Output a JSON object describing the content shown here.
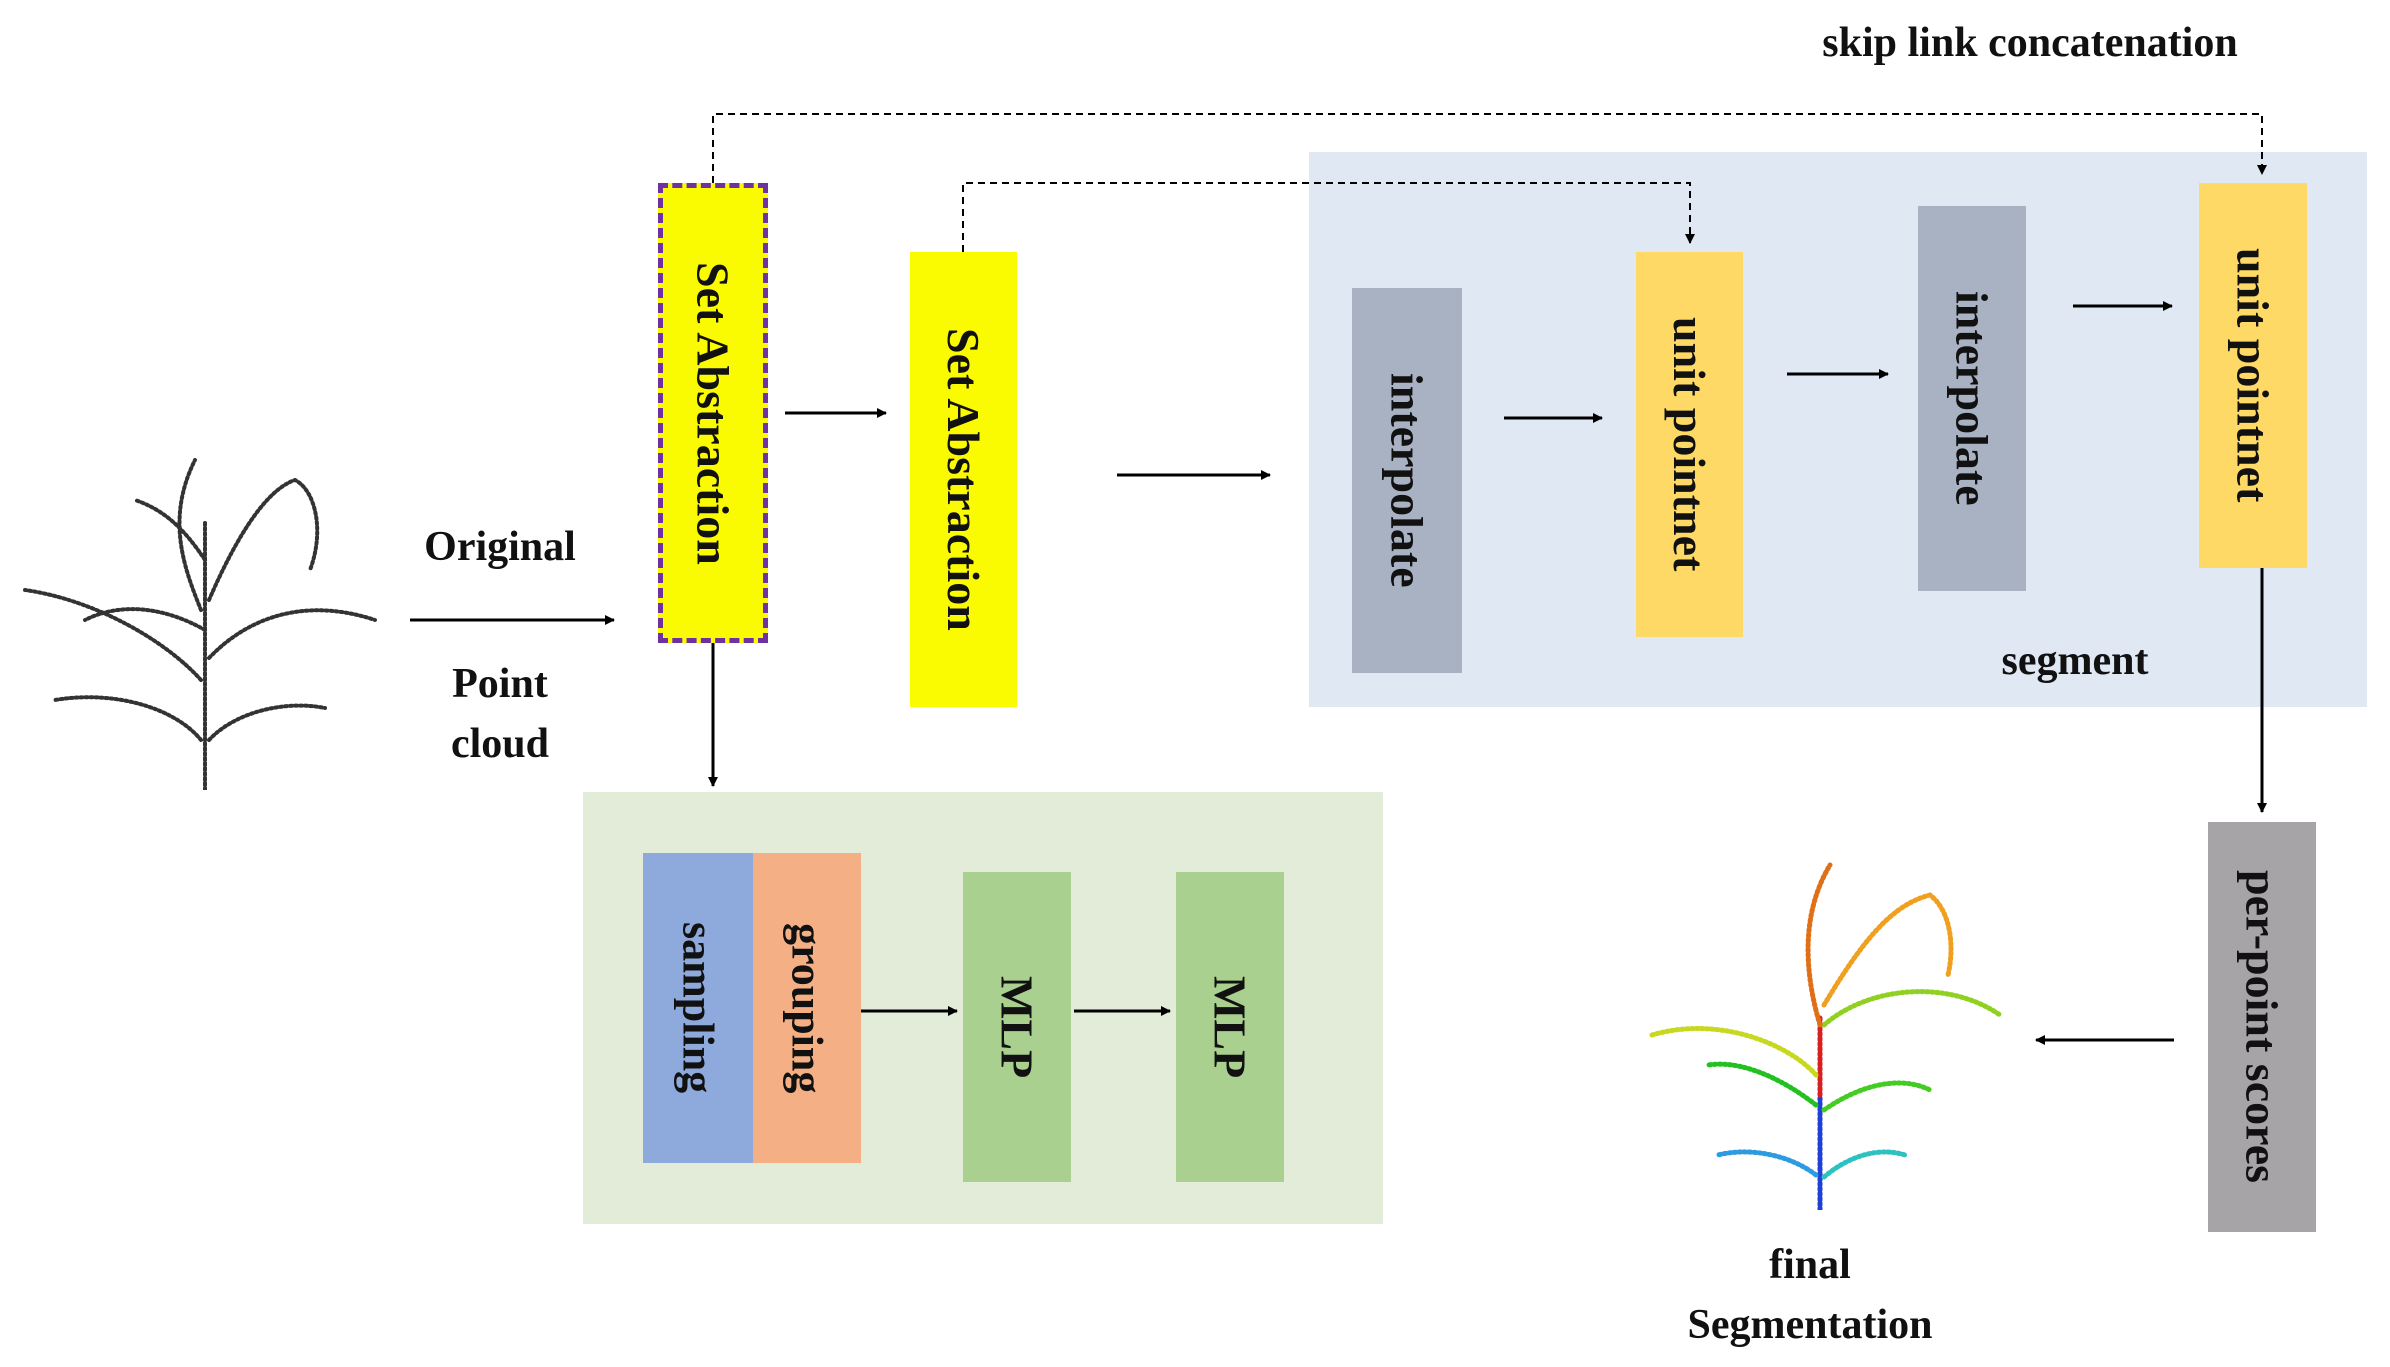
{
  "labels": {
    "skip_link": "skip link concatenation",
    "original": "Original",
    "point": "Point",
    "cloud": "cloud",
    "segment": "segment",
    "final": "final",
    "segmentation": "Segmentation"
  },
  "blocks": {
    "set_abstraction_1": "Set Abstraction",
    "set_abstraction_2": "Set Abstraction",
    "interpolate_1": "interpolate",
    "unit_pointnet_1": "unit pointnet",
    "interpolate_2": "interpolate",
    "unit_pointnet_2": "unit pointnet",
    "per_point_scores": "per-point scores",
    "sampling": "sampling",
    "grouping": "grouping",
    "mlp_1": "MLP",
    "mlp_2": "MLP"
  },
  "colors": {
    "set_abstraction": "#fafa00",
    "unit_pointnet": "#ffd966",
    "interpolate": "#a9b2c3",
    "per_point_scores": "#a6a4a6",
    "sampling": "#8ea9db",
    "grouping": "#f4b084",
    "mlp": "#a9d08e",
    "segment_panel": "#dfe8f3",
    "sa_detail_panel": "#e2ecd8",
    "dashed_border": "#7030a0"
  },
  "icons": {
    "input_plant": "plant-point-cloud-icon",
    "output_plant": "segmented-plant-icon"
  }
}
